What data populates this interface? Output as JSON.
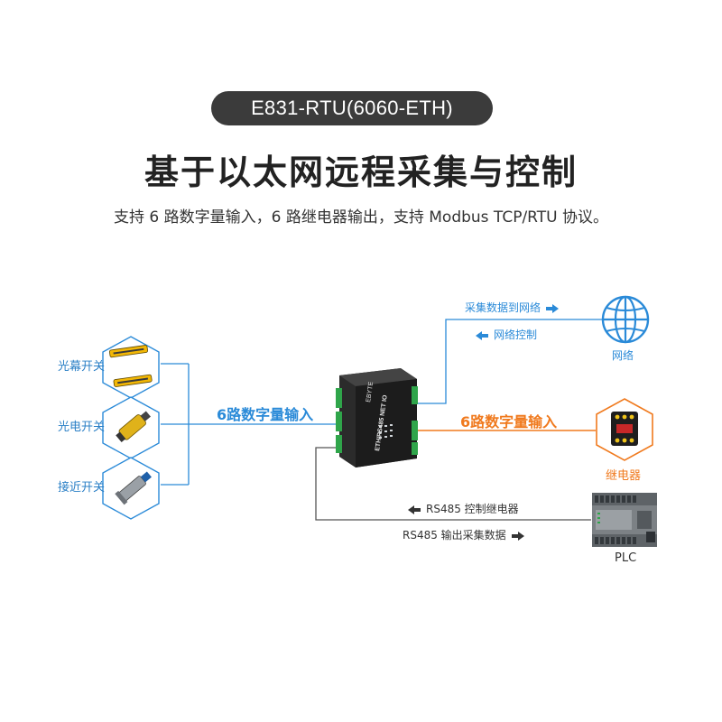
{
  "header": {
    "model": "E831-RTU(6060-ETH)",
    "title": "基于以太网远程采集与控制",
    "subtitle": "支持 6 路数字量输入，6 路继电器输出，支持 Modbus TCP/RTU 协议。"
  },
  "inputs": {
    "items": [
      {
        "label": "光幕开关"
      },
      {
        "label": "光电开关"
      },
      {
        "label": "接近开关"
      }
    ],
    "link_label": "6路数字量输入"
  },
  "device": {
    "name": "ETH/RS485 NET IO",
    "brand": "EBYTE"
  },
  "network": {
    "upload_label": "采集数据到网络",
    "control_label": "网络控制",
    "node_label": "网络"
  },
  "relay": {
    "link_label": "6路数字量输入",
    "node_label": "继电器"
  },
  "plc": {
    "control_label": "RS485 控制继电器",
    "output_label": "RS485 输出采集数据",
    "node_label": "PLC"
  },
  "colors": {
    "blue": "#2a8ad8",
    "orange": "#f07a1e",
    "dark": "#3b3b3b"
  }
}
